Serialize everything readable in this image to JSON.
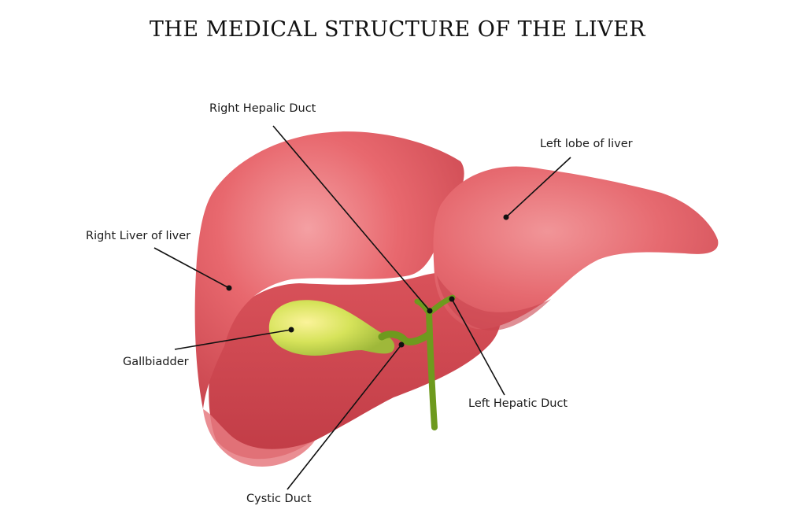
{
  "title": "THE MEDICAL STRUCTURE OF THE LIVER",
  "labels": {
    "right_hepatic_duct": "Right Hepalic Duct",
    "left_lobe": "Left lobe of liver",
    "right_lobe": "Right Liver of liver",
    "gallbladder": "Gallbiadder",
    "left_hepatic_duct": "Left Hepatic Duct",
    "cystic_duct": "Cystic Duct"
  },
  "colors": {
    "liver": "#e8686e",
    "liver_dark": "#c9454e",
    "liver_light": "#f59a9c",
    "gallbladder": "#d6e35a",
    "duct": "#6e9a1e",
    "leader": "#111111"
  }
}
